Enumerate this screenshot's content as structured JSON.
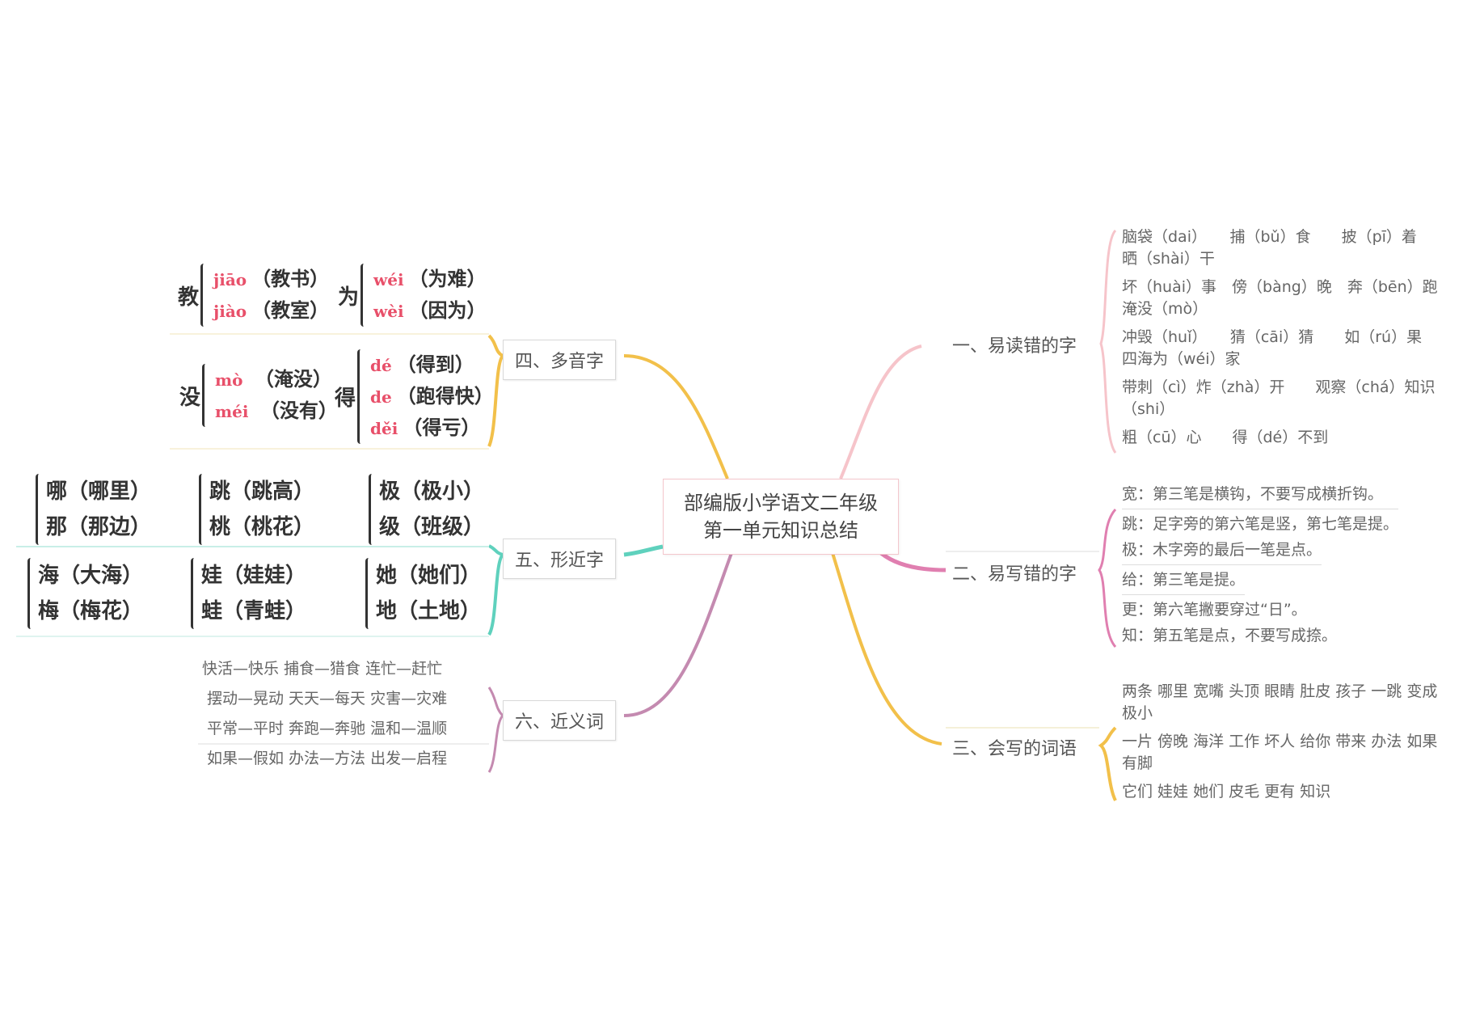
{
  "central": {
    "line1": "部编版小学语文二年级",
    "line2": "第一单元知识总结"
  },
  "colors": {
    "branch1": "#f6b8c0",
    "branch2": "#e07fb0",
    "branch3": "#f2c04a",
    "branch4": "#f2c04a",
    "branch5": "#5fd1bd",
    "branch6": "#c48ab0"
  },
  "branches": {
    "b1": {
      "label": "一、易读错的字",
      "items": [
        "脑袋（dai）　　捕（bǔ）食　　披（pī）着　晒（shài）干",
        "坏（huài）事　傍（bàng）晚　奔（bēn）跑淹没（mò）",
        "冲毁（huǐ）　　猜（cāi）猜　　如（rú）果　四海为（wéi）家",
        "带刺（cì）炸（zhà）开　　观察（chá）知识（shi）",
        "粗（cū）心　　得（dé）不到"
      ]
    },
    "b2": {
      "label": "二、易写错的字",
      "items": [
        "宽：第三笔是横钩，不要写成横折钩。",
        "跳：足字旁的第六笔是竖，第七笔是提。",
        "极：木字旁的最后一笔是点。",
        "给：第三笔是提。",
        "更：第六笔撇要穿过“日”。",
        "知：第五笔是点，不要写成捺。"
      ]
    },
    "b3": {
      "label": "三、会写的词语",
      "items": [
        "两条 哪里 宽嘴 头顶 眼睛 肚皮 孩子 一跳 变成 极小",
        "一片 傍晚 海洋 工作 坏人 给你 带来 办法 如果 有脚",
        "它们 娃娃 她们 皮毛 更有 知识"
      ]
    },
    "b4": {
      "label": "四、多音字",
      "groups": [
        {
          "char": "教",
          "readings": [
            {
              "pinyin": "jiāo",
              "word": "（教书）"
            },
            {
              "pinyin": "jiào",
              "word": "（教室）"
            }
          ]
        },
        {
          "char": "为",
          "readings": [
            {
              "pinyin": "wéi",
              "word": "（为难）"
            },
            {
              "pinyin": "wèi",
              "word": "（因为）"
            }
          ]
        },
        {
          "char": "没",
          "readings": [
            {
              "pinyin": "mò",
              "word": " （淹没）"
            },
            {
              "pinyin": "méi",
              "word": " （没有）"
            }
          ]
        },
        {
          "char": "得",
          "readings": [
            {
              "pinyin": "dé",
              "word": "（得到）"
            },
            {
              "pinyin": "de",
              "word": "（跑得快）"
            },
            {
              "pinyin": "děi",
              "word": "（得亏）"
            }
          ]
        }
      ]
    },
    "b5": {
      "label": "五、形近字",
      "pairs": [
        [
          "哪（哪里）",
          "那（那边）"
        ],
        [
          "跳（跳高）",
          "桃（桃花）"
        ],
        [
          "极（极小）",
          "级（班级）"
        ],
        [
          "海（大海）",
          "梅（梅花）"
        ],
        [
          "娃（娃娃）",
          "蛙（青蛙）"
        ],
        [
          "她（她们）",
          "地（土地）"
        ]
      ]
    },
    "b6": {
      "label": "六、近义词",
      "items": [
        "快活—快乐 捕食—猎食 连忙—赶忙",
        "摆动—晃动 天天—每天 灾害—灾难",
        "平常—平时 奔跑—奔驰 温和—温顺",
        "如果—假如 办法—方法 出发—启程"
      ]
    }
  }
}
